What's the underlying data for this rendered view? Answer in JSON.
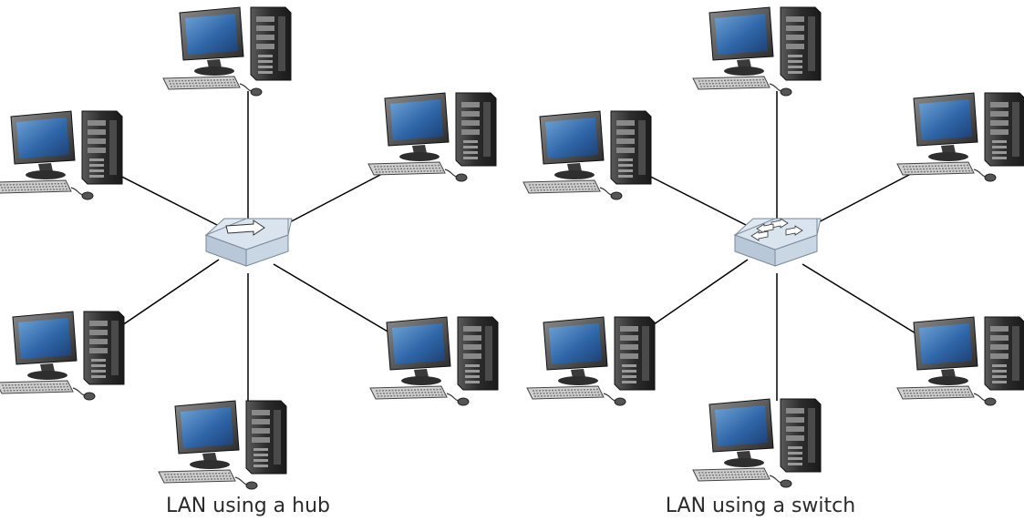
{
  "diagrams": [
    {
      "caption": "LAN using a hub",
      "device": "hub",
      "workstation_count": 6
    },
    {
      "caption": "LAN using a switch",
      "device": "switch",
      "workstation_count": 6
    }
  ],
  "colors": {
    "link": "#000000",
    "device_top": "#d6e2ee",
    "device_side": "#b7c8d8",
    "screen": "#3f78b8",
    "monitor": "#2f2f2f",
    "tower": "#2c2c2c"
  },
  "icons": {
    "workstation": "desktop-computer-icon",
    "hub": "hub-icon",
    "switch": "switch-icon"
  }
}
